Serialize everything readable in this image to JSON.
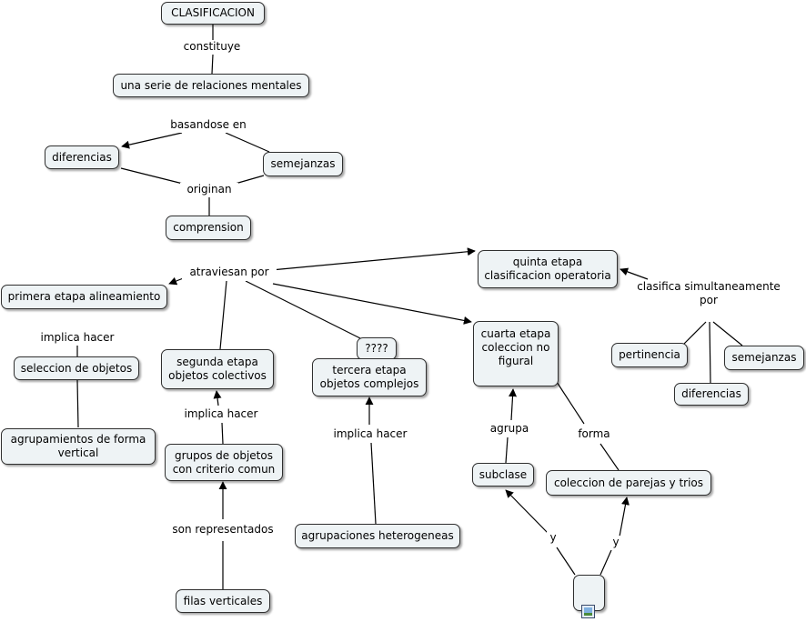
{
  "map": {
    "nodes": {
      "clasificacion": "CLASIFICACION",
      "serie": "una serie de relaciones mentales",
      "diferencias_top": "diferencias",
      "semejanzas_top": "semejanzas",
      "comprension": "comprension",
      "primera": "primera etapa alineamiento",
      "seleccion": "seleccion de objetos",
      "agrupamientos": "agrupamientos de forma\nvertical",
      "segunda": "segunda etapa\nobjetos colectivos",
      "grupos": "grupos de objetos\ncon criterio comun",
      "filas": "filas verticales",
      "interrogantes": "????",
      "tercera": "tercera etapa\nobjetos complejos",
      "agrupaciones": "agrupaciones heterogeneas",
      "quinta": "quinta etapa\nclasificacion operatoria",
      "cuarta": "cuarta etapa\ncoleccion no\nfigural",
      "subclase": "subclase",
      "parejas": "coleccion de parejas y trios",
      "pertinencia": "pertinencia",
      "semejanzas_right": "semejanzas",
      "diferencias_right": "diferencias",
      "image_node": ""
    },
    "links": {
      "constituye": "constituye",
      "basandose": "basandose en",
      "originan": "originan",
      "atraviesan": "atraviesan por",
      "implica_1": "implica hacer",
      "implica_2": "implica hacer",
      "son_representados": "son representados",
      "implica_3": "implica hacer",
      "agrupa": "agrupa",
      "forma": "forma",
      "y_left": "y",
      "y_right": "y",
      "clasifica": "clasifica simultaneamente\npor"
    }
  },
  "colors": {
    "node_fill": "#eef3f5",
    "node_border": "#2f2f2f",
    "line": "#000000"
  },
  "icons": {
    "image_node": "image-icon"
  }
}
